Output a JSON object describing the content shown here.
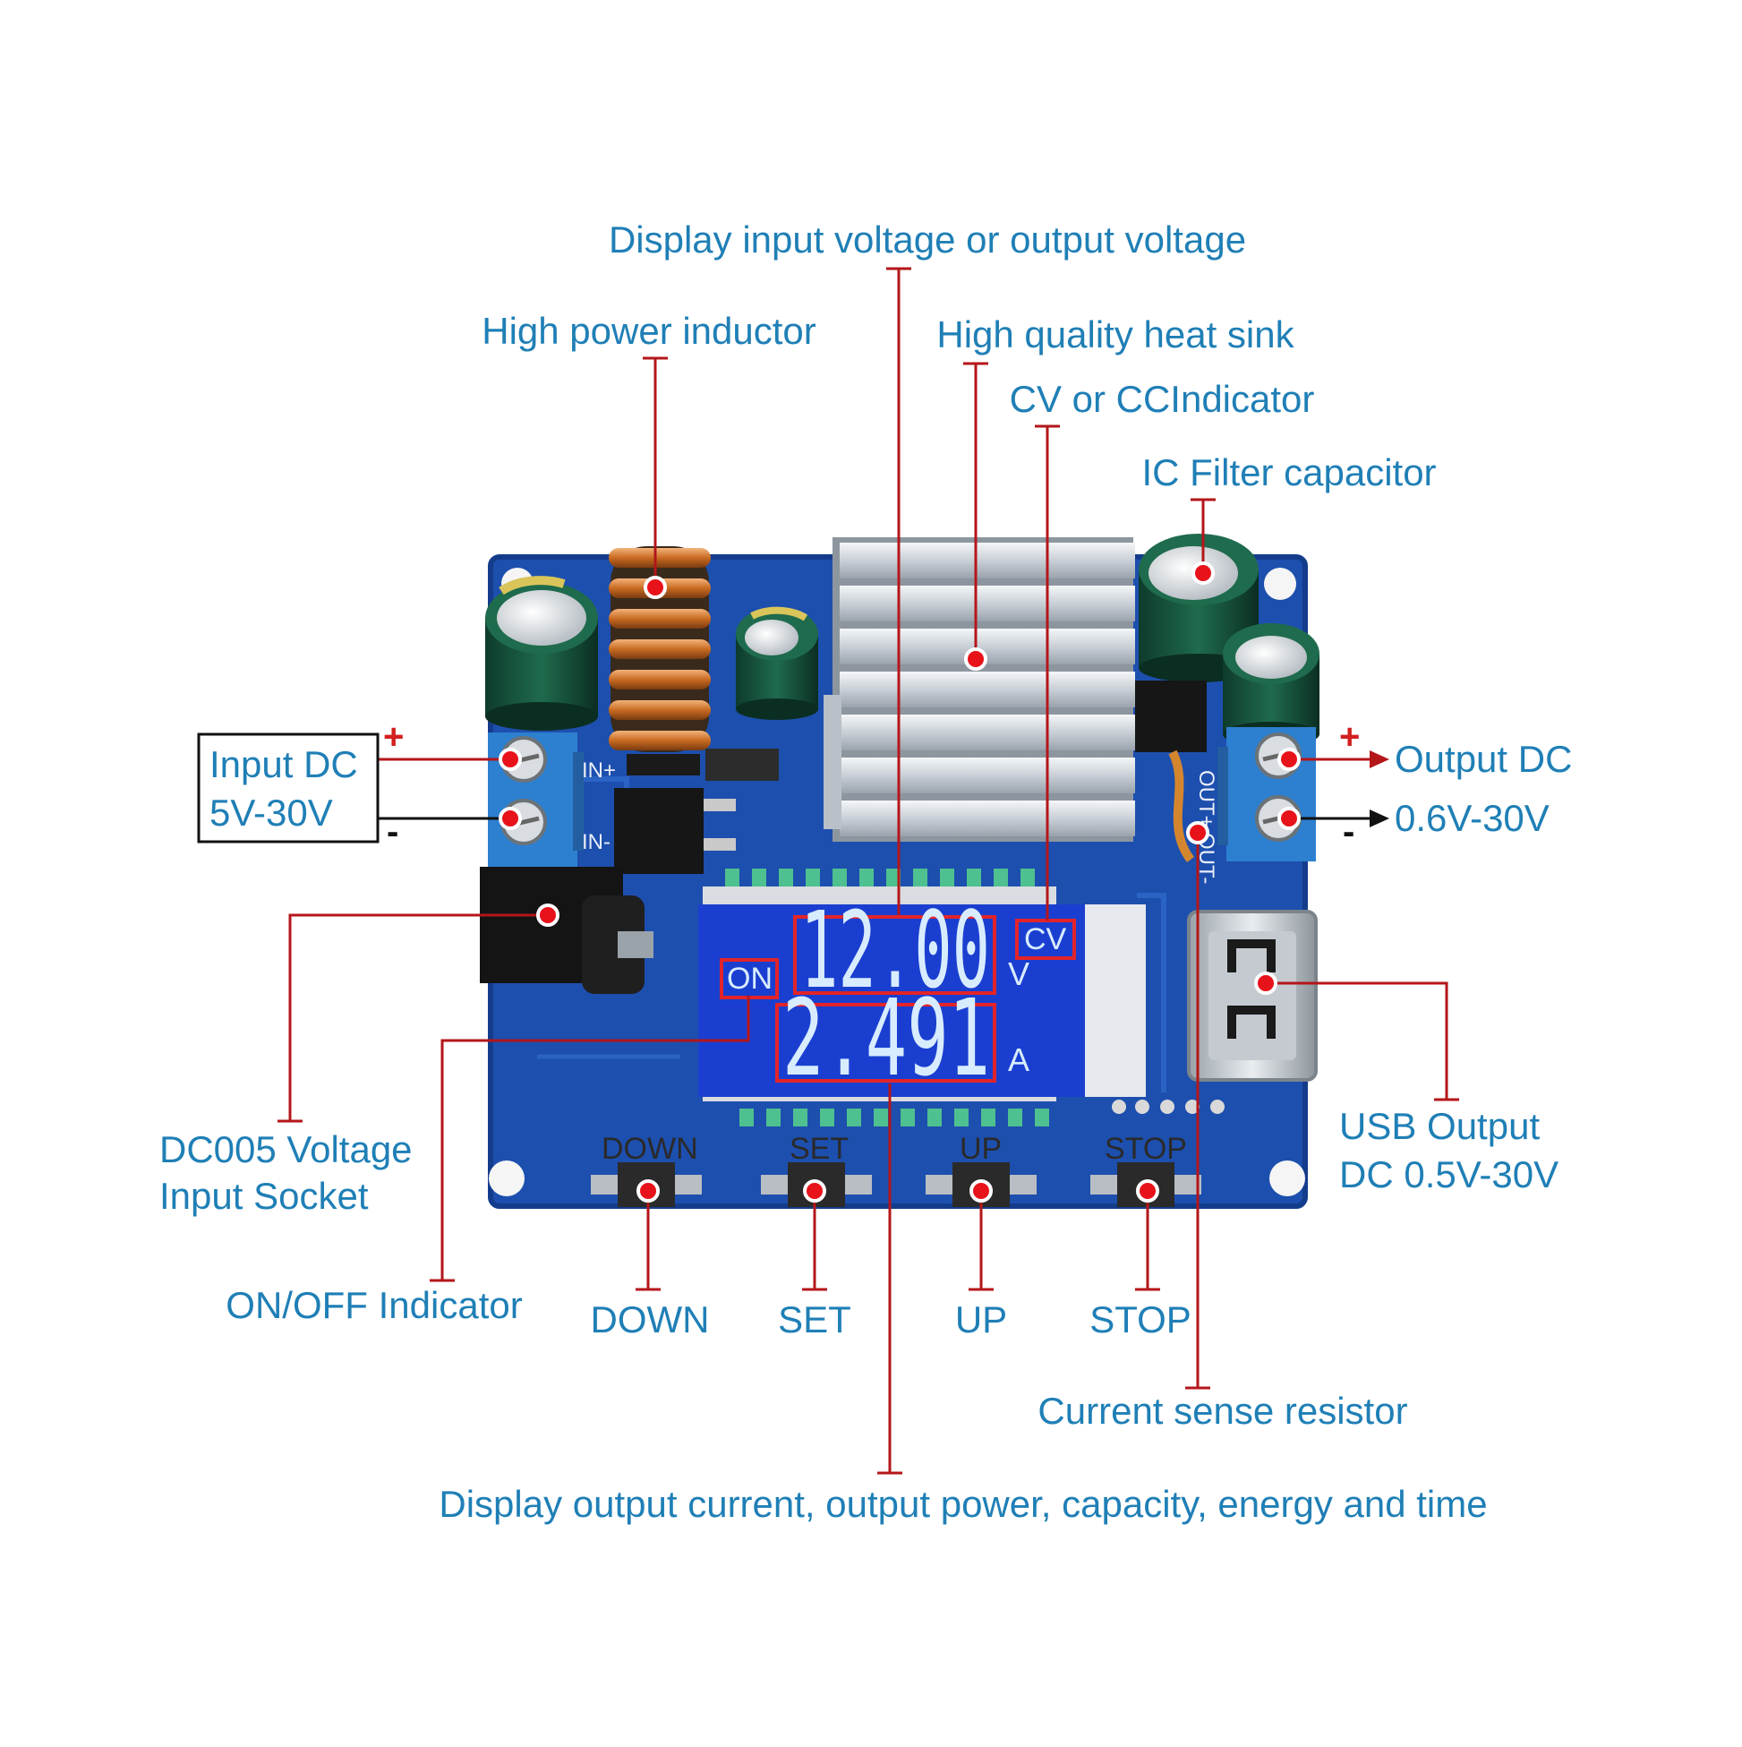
{
  "labels": {
    "display_voltage": "Display input voltage or output voltage",
    "inductor": "High power inductor",
    "heat_sink": "High quality heat sink",
    "cv_cc": "CV or CCIndicator",
    "ic_filter": "IC Filter capacitor",
    "input_dc_line1": "Input DC",
    "input_dc_line2": "5V-30V",
    "output_dc_line1": "Output DC",
    "output_dc_line2": "0.6V-30V",
    "dc005_line1": "DC005 Voltage",
    "dc005_line2": "Input Socket",
    "usb_line1": "USB Output",
    "usb_line2": "DC 0.5V-30V",
    "on_off": "ON/OFF Indicator",
    "down": "DOWN",
    "set": "SET",
    "up": "UP",
    "stop": "STOP",
    "current_sense": "Current sense resistor",
    "display_current": "Display output current, output power, capacity, energy and time"
  },
  "polarity": {
    "plus": "+",
    "minus": "-"
  },
  "board": {
    "lcd_voltage": "12.00",
    "lcd_voltage_unit": "V",
    "lcd_current": "2.491",
    "lcd_current_unit": "A",
    "lcd_mode": "CV",
    "lcd_on": "ON",
    "btn_down": "DOWN",
    "btn_set": "SET",
    "btn_up": "UP",
    "btn_stop": "STOP",
    "silk_in_plus": "IN+",
    "silk_in_minus": "IN-",
    "silk_out_plus": "OUT+",
    "silk_out_minus": "OUT-"
  },
  "colors": {
    "label_text": "#1f7fb6",
    "leader_line": "#b4161a",
    "callout_dot": "#e8121a",
    "pcb": "#1d4fae",
    "lcd_background": "#1a3fd0",
    "lcd_segment": "#d8ecff"
  }
}
